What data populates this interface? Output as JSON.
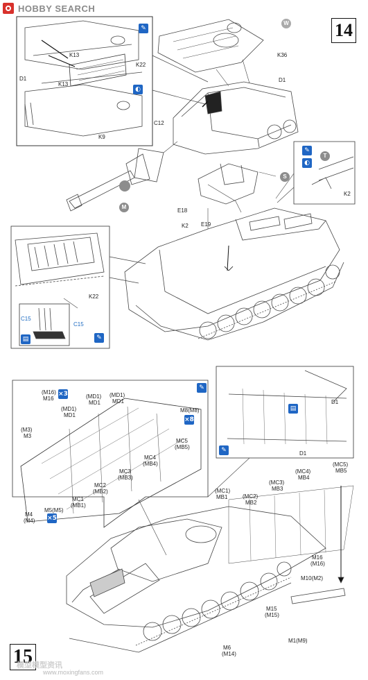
{
  "brand": {
    "name": "HOBBY SEARCH"
  },
  "steps": {
    "step14": "14",
    "step15": "15"
  },
  "markers": {
    "W": "W",
    "S": "S",
    "M": "M",
    "T": "T"
  },
  "icons": {
    "x3": "×3",
    "x8": "×8",
    "x5": "×5"
  },
  "watermark": {
    "text": "模型模型资讯",
    "url": "www.moxingfans.com"
  },
  "step14_labels": {
    "k36": "K36",
    "d1_top": "D1",
    "k13_a": "K13",
    "k13_b": "K13",
    "k22_top": "K22",
    "d1_inset": "D1",
    "k9": "K9",
    "c12": "C12",
    "e18": "E18",
    "e19": "E19",
    "k2_main": "K2",
    "k2_right": "K2",
    "k22_low": "K22",
    "c15_a": "C15",
    "c15_b": "C15"
  },
  "step15_labels": {
    "m16m16_top": "(M16)",
    "m16_top": "M16",
    "md1_a_paren": "(MD1)",
    "md1_a": "MD1",
    "md1_b_paren": "(MD1)",
    "md1_b": "MD1",
    "md1_c_paren": "(MD1)",
    "md1_c": "MD1",
    "m3_paren": "(M3)",
    "m3": "M3",
    "m8m8": "M8(M8)",
    "mc5mb5": "MC5",
    "mb5": "(MB5)",
    "mc4": "MC4",
    "mb4": "(MB4)",
    "mc3": "MC3",
    "mb3": "(MB3)",
    "mc2": "MC2",
    "mb2": "(MB2)",
    "mc1": "MC1",
    "mb1": "(MB1)",
    "m5m5": "M5(M5)",
    "m4": "M4",
    "m4p": "(M4)",
    "d1_right_a": "D1",
    "d1_right_b": "D1",
    "r_mc1p": "(MC1)",
    "r_mb1": "MB1",
    "r_mc2p": "(MC2)",
    "r_mb2": "MB2",
    "r_mc3p": "(MC3)",
    "r_mb3": "MB3",
    "r_mc4p": "(MC4)",
    "r_mb4": "MB4",
    "r_mc5p": "(MC5)",
    "r_mb5": "MB5",
    "r_m16": "M16",
    "r_m16p": "(M16)",
    "r_m10m2": "M10(M2)",
    "r_m15": "M15",
    "r_m15p": "(M15)",
    "r_m1m9": "M1(M9)",
    "r_m6": "M6",
    "r_m14": "(M14)"
  }
}
